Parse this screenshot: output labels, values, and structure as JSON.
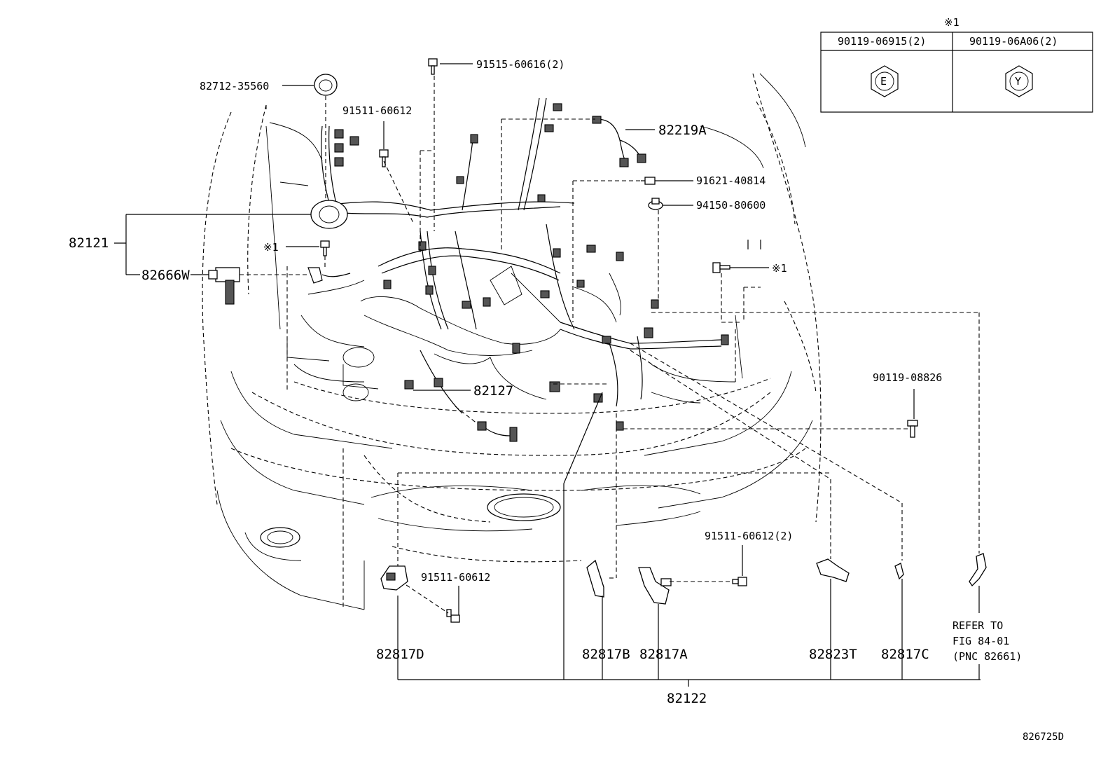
{
  "diagram": {
    "legend": {
      "mark": "※1",
      "columns": [
        {
          "part": "90119-06915(2)",
          "symbol": "E"
        },
        {
          "part": "90119-06A06(2)",
          "symbol": "Y"
        }
      ]
    },
    "labels": {
      "p82712": "82712-35560",
      "p91515": "91515-60616(2)",
      "p91511_top": "91511-60612",
      "p82219A": "82219A",
      "p91621": "91621-40814",
      "p94150": "94150-80600",
      "p82121": "82121",
      "mark_left": "※1",
      "p82666W": "82666W",
      "mark_right": "※1",
      "p90119": "90119-08826",
      "p82127": "82127",
      "p91511_2": "91511-60612(2)",
      "p91511_bottom": "91511-60612",
      "p82817D": "82817D",
      "p82817B": "82817B",
      "p82817A": "82817A",
      "p82823T": "82823T",
      "p82817C": "82817C",
      "refer1": "REFER TO",
      "refer2": "FIG 84-01",
      "refer3": "(PNC 82661)",
      "p82122": "82122",
      "code": "826725D"
    }
  }
}
